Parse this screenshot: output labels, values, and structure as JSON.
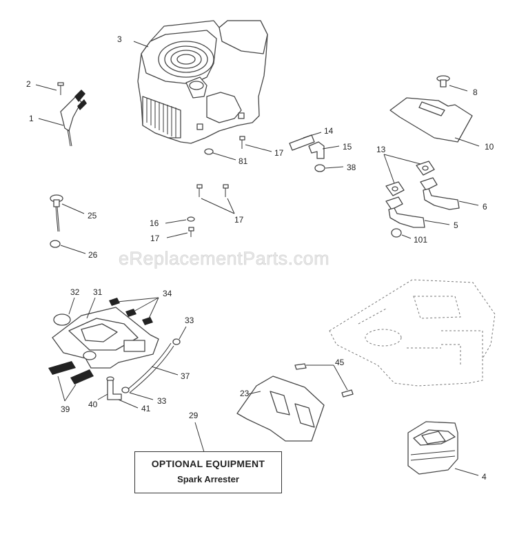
{
  "watermark": "eReplacementParts.com",
  "optional_box": {
    "title": "OPTIONAL EQUIPMENT",
    "subtitle": "Spark Arrester"
  },
  "callouts": {
    "c1": "1",
    "c2": "2",
    "c3": "3",
    "c4": "4",
    "c5": "5",
    "c6": "6",
    "c8": "8",
    "c10": "10",
    "c13": "13",
    "c14": "14",
    "c15": "15",
    "c16": "16",
    "c17a": "17",
    "c17b": "17",
    "c17c": "17",
    "c23": "23",
    "c25": "25",
    "c26": "26",
    "c29": "29",
    "c31": "31",
    "c32": "32",
    "c33a": "33",
    "c33b": "33",
    "c34": "34",
    "c37": "37",
    "c38": "38",
    "c39": "39",
    "c40": "40",
    "c41": "41",
    "c45": "45",
    "c81": "81",
    "c101": "101"
  }
}
